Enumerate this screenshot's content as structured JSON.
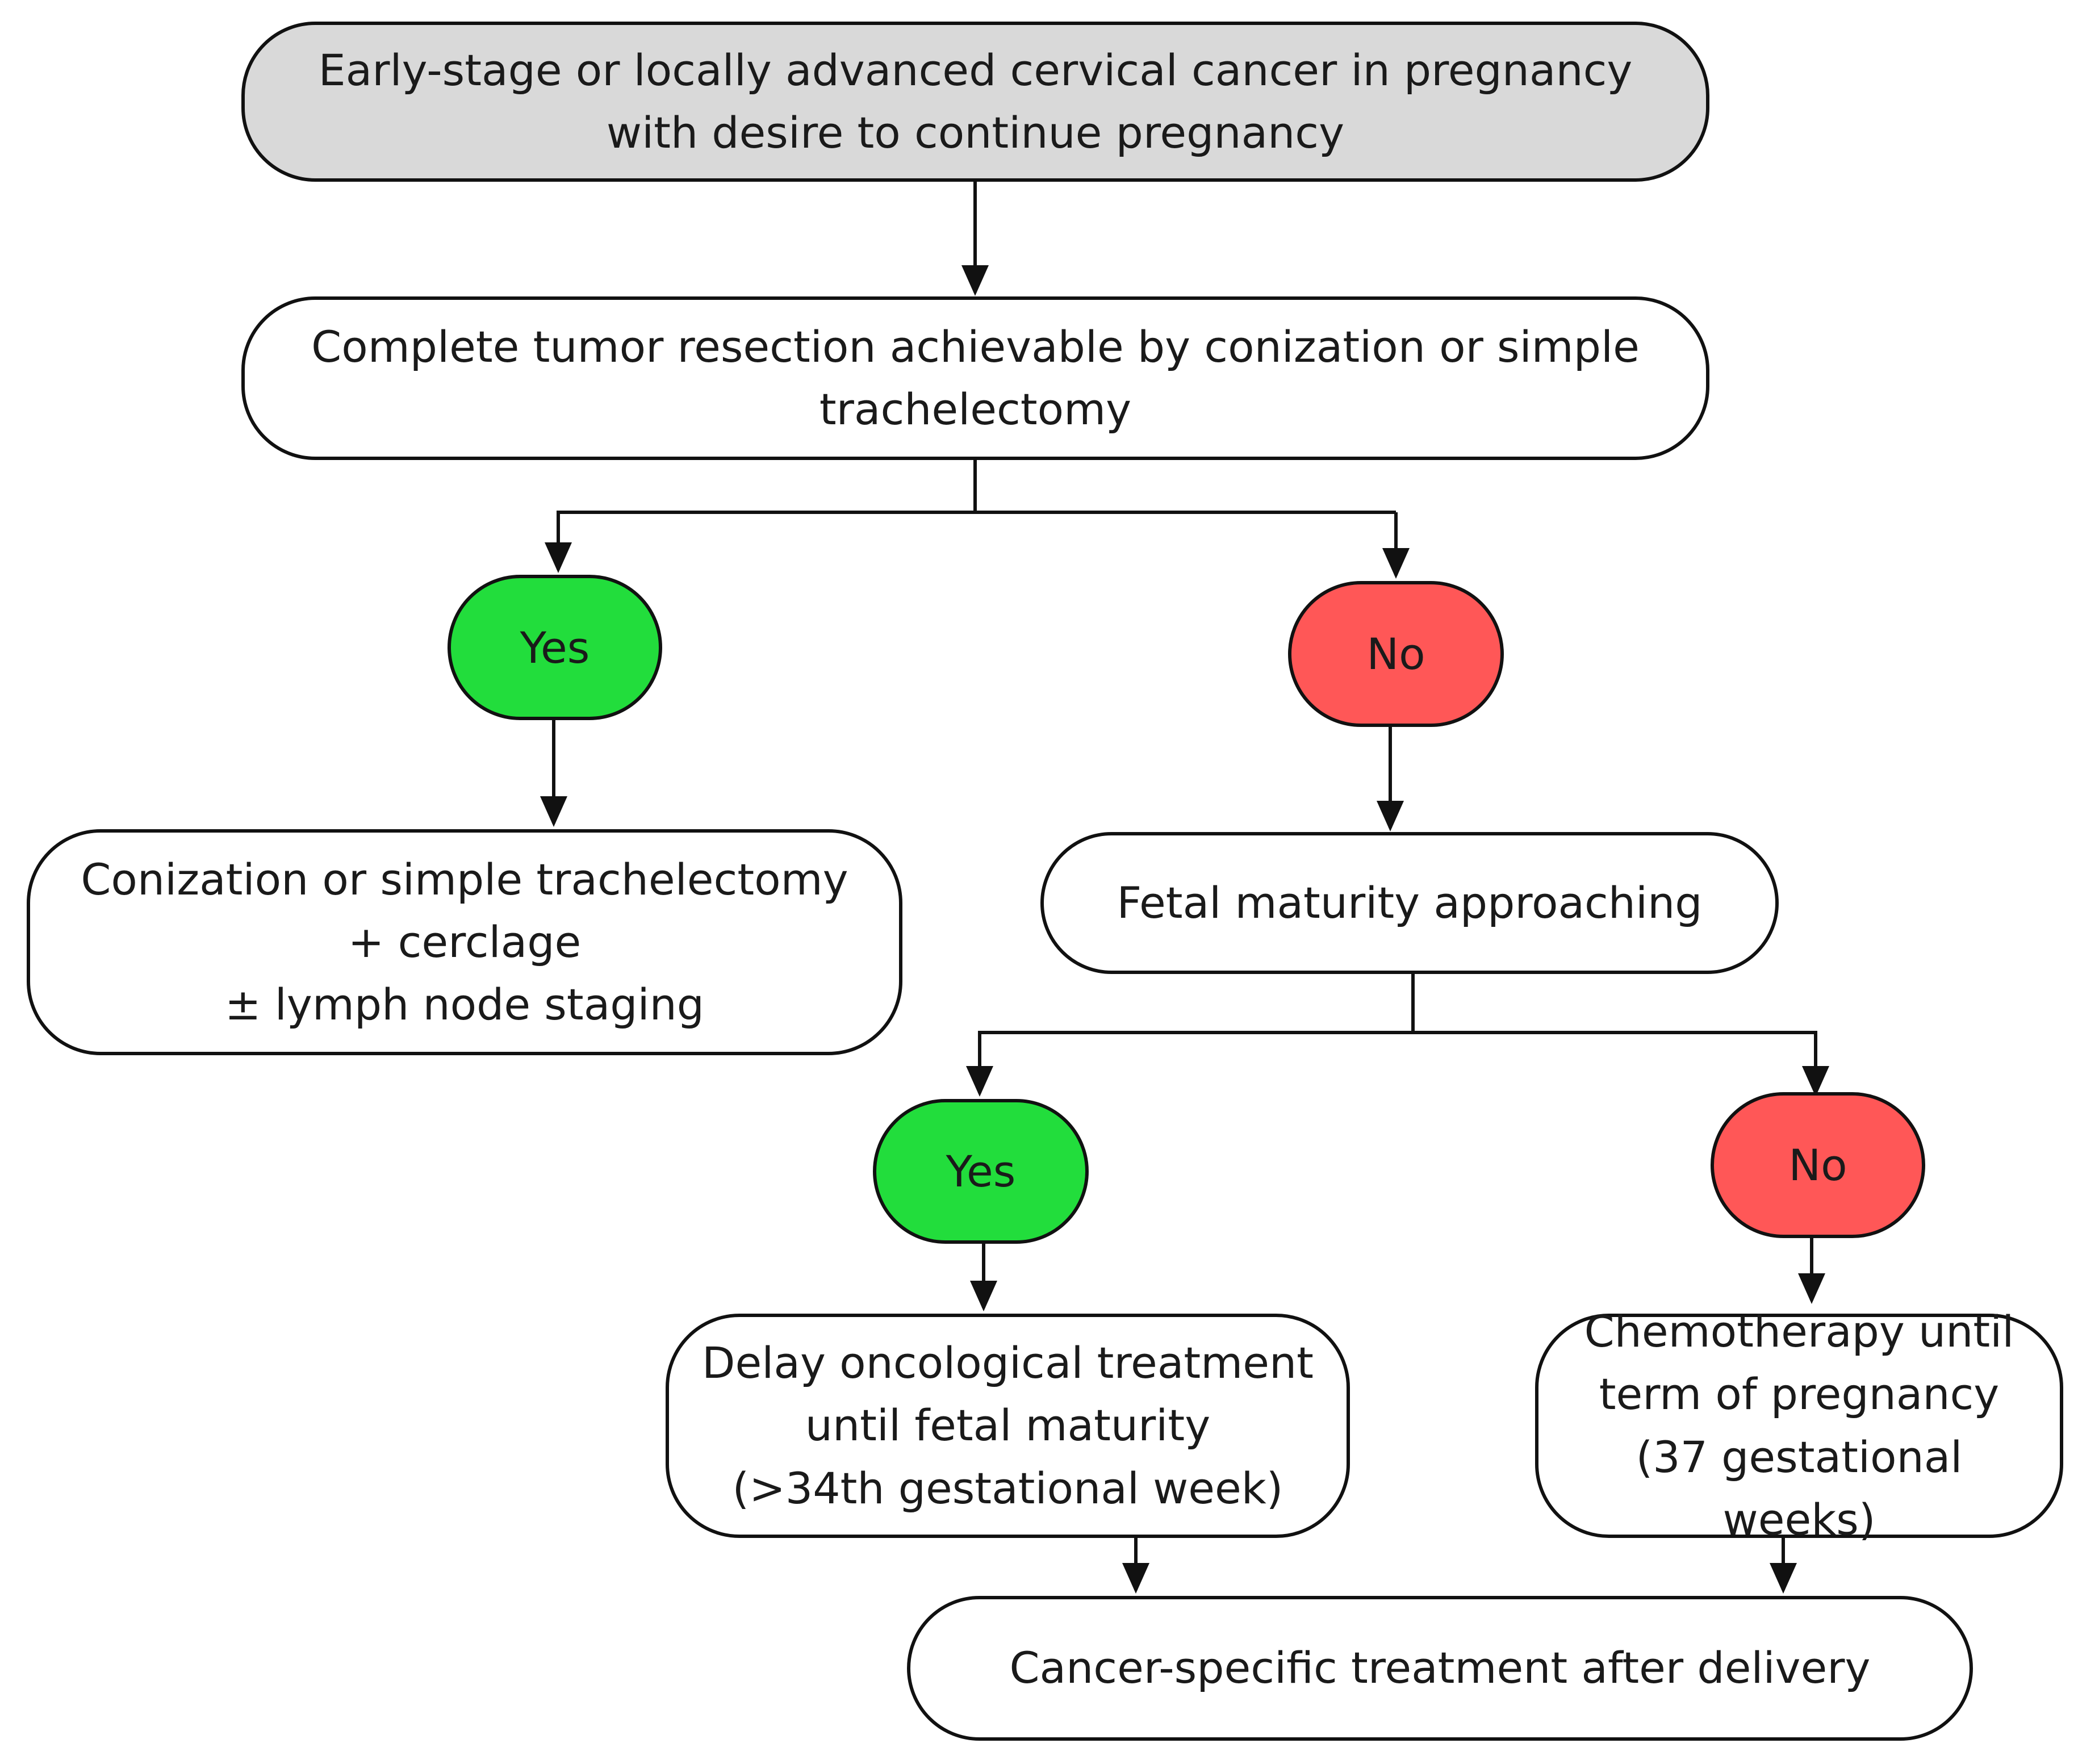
{
  "flowchart": {
    "root": "Early-stage or locally advanced cervical cancer in pregnancy\nwith desire to continue pregnancy",
    "question_resection": "Complete tumor resection achievable by conization or simple\ntrachelectomy",
    "yes_1": "Yes",
    "no_1": "No",
    "treatment_conization": "Conization or simple trachelectomy\n+ cerclage\n± lymph node staging",
    "question_fetal": "Fetal maturity approaching",
    "yes_2": "Yes",
    "no_2": "No",
    "treatment_delay": "Delay oncological treatment\nuntil fetal maturity\n(>34th gestational week)",
    "treatment_chemo": "Chemotherapy until\nterm of pregnancy\n(37 gestational weeks)",
    "final": "Cancer-specific treatment after delivery"
  },
  "colors": {
    "root_fill": "#d9d9d9",
    "yes_fill": "#22dd3c",
    "no_fill": "#ff5757",
    "stroke": "#111111"
  }
}
